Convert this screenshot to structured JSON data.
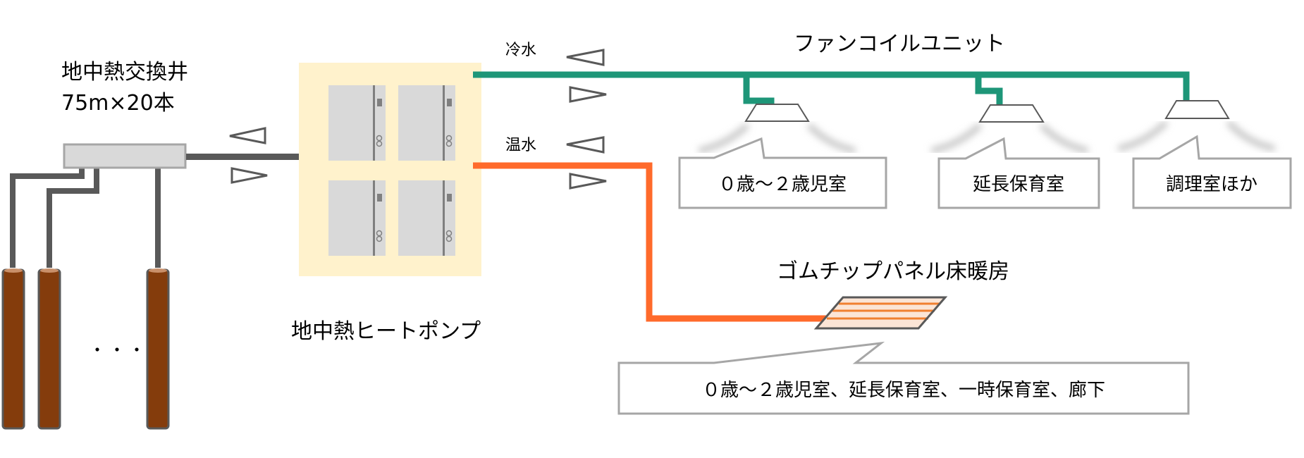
{
  "wells": {
    "title": "地中熱交換井",
    "spec": "75m×20本",
    "ellipsis": "・・・"
  },
  "heat_pump": {
    "label": "地中熱ヒートポンプ"
  },
  "pipes": {
    "cold_label": "冷水",
    "hot_label": "温水"
  },
  "fan_coil": {
    "title": "ファンコイルユニット",
    "rooms": [
      "０歳～２歳児室",
      "延長保育室",
      "調理室ほか"
    ]
  },
  "floor_heating": {
    "title": "ゴムチップパネル床暖房",
    "rooms": "０歳～２歳児室、延長保育室、一時保育室、廊下"
  },
  "colors": {
    "cold": "#1e9678",
    "hot": "#ff6a2b",
    "pipe": "#595959",
    "hp_bg": "#fff2cc",
    "well": "#843c0c"
  }
}
